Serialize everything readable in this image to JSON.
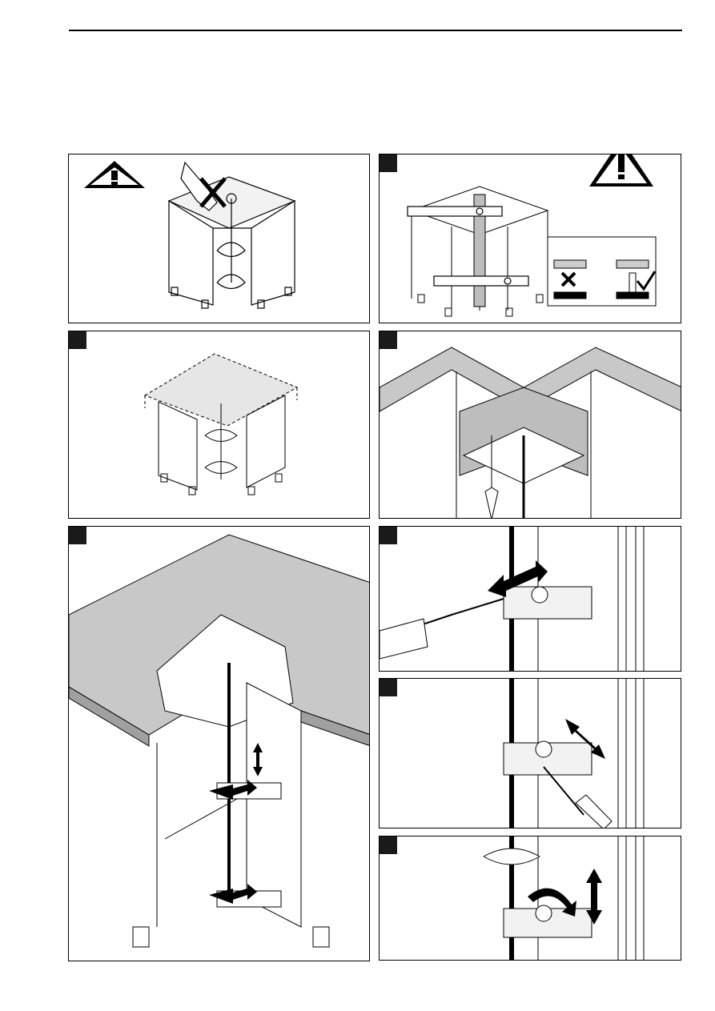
{
  "page": {
    "header_rule": true
  },
  "panels": [
    {
      "id": "p1",
      "step": "",
      "warning": true,
      "description_icons": [
        "warning-icon",
        "hand-icon",
        "cross-icon"
      ]
    },
    {
      "id": "p2",
      "step": "",
      "warning": true,
      "description_icons": [
        "warning-icon",
        "spirit-level-icon",
        "cross-icon",
        "check-icon"
      ]
    },
    {
      "id": "p3",
      "step": ""
    },
    {
      "id": "p4",
      "step": ""
    },
    {
      "id": "p5",
      "step": ""
    },
    {
      "id": "p6",
      "step": ""
    },
    {
      "id": "p7",
      "step": ""
    },
    {
      "id": "p8",
      "step": ""
    }
  ],
  "colors": {
    "line": "#000000",
    "step_tab": "#1a1a1a",
    "countertop": "#c8c8c8",
    "wall": "#bdbdbd"
  }
}
